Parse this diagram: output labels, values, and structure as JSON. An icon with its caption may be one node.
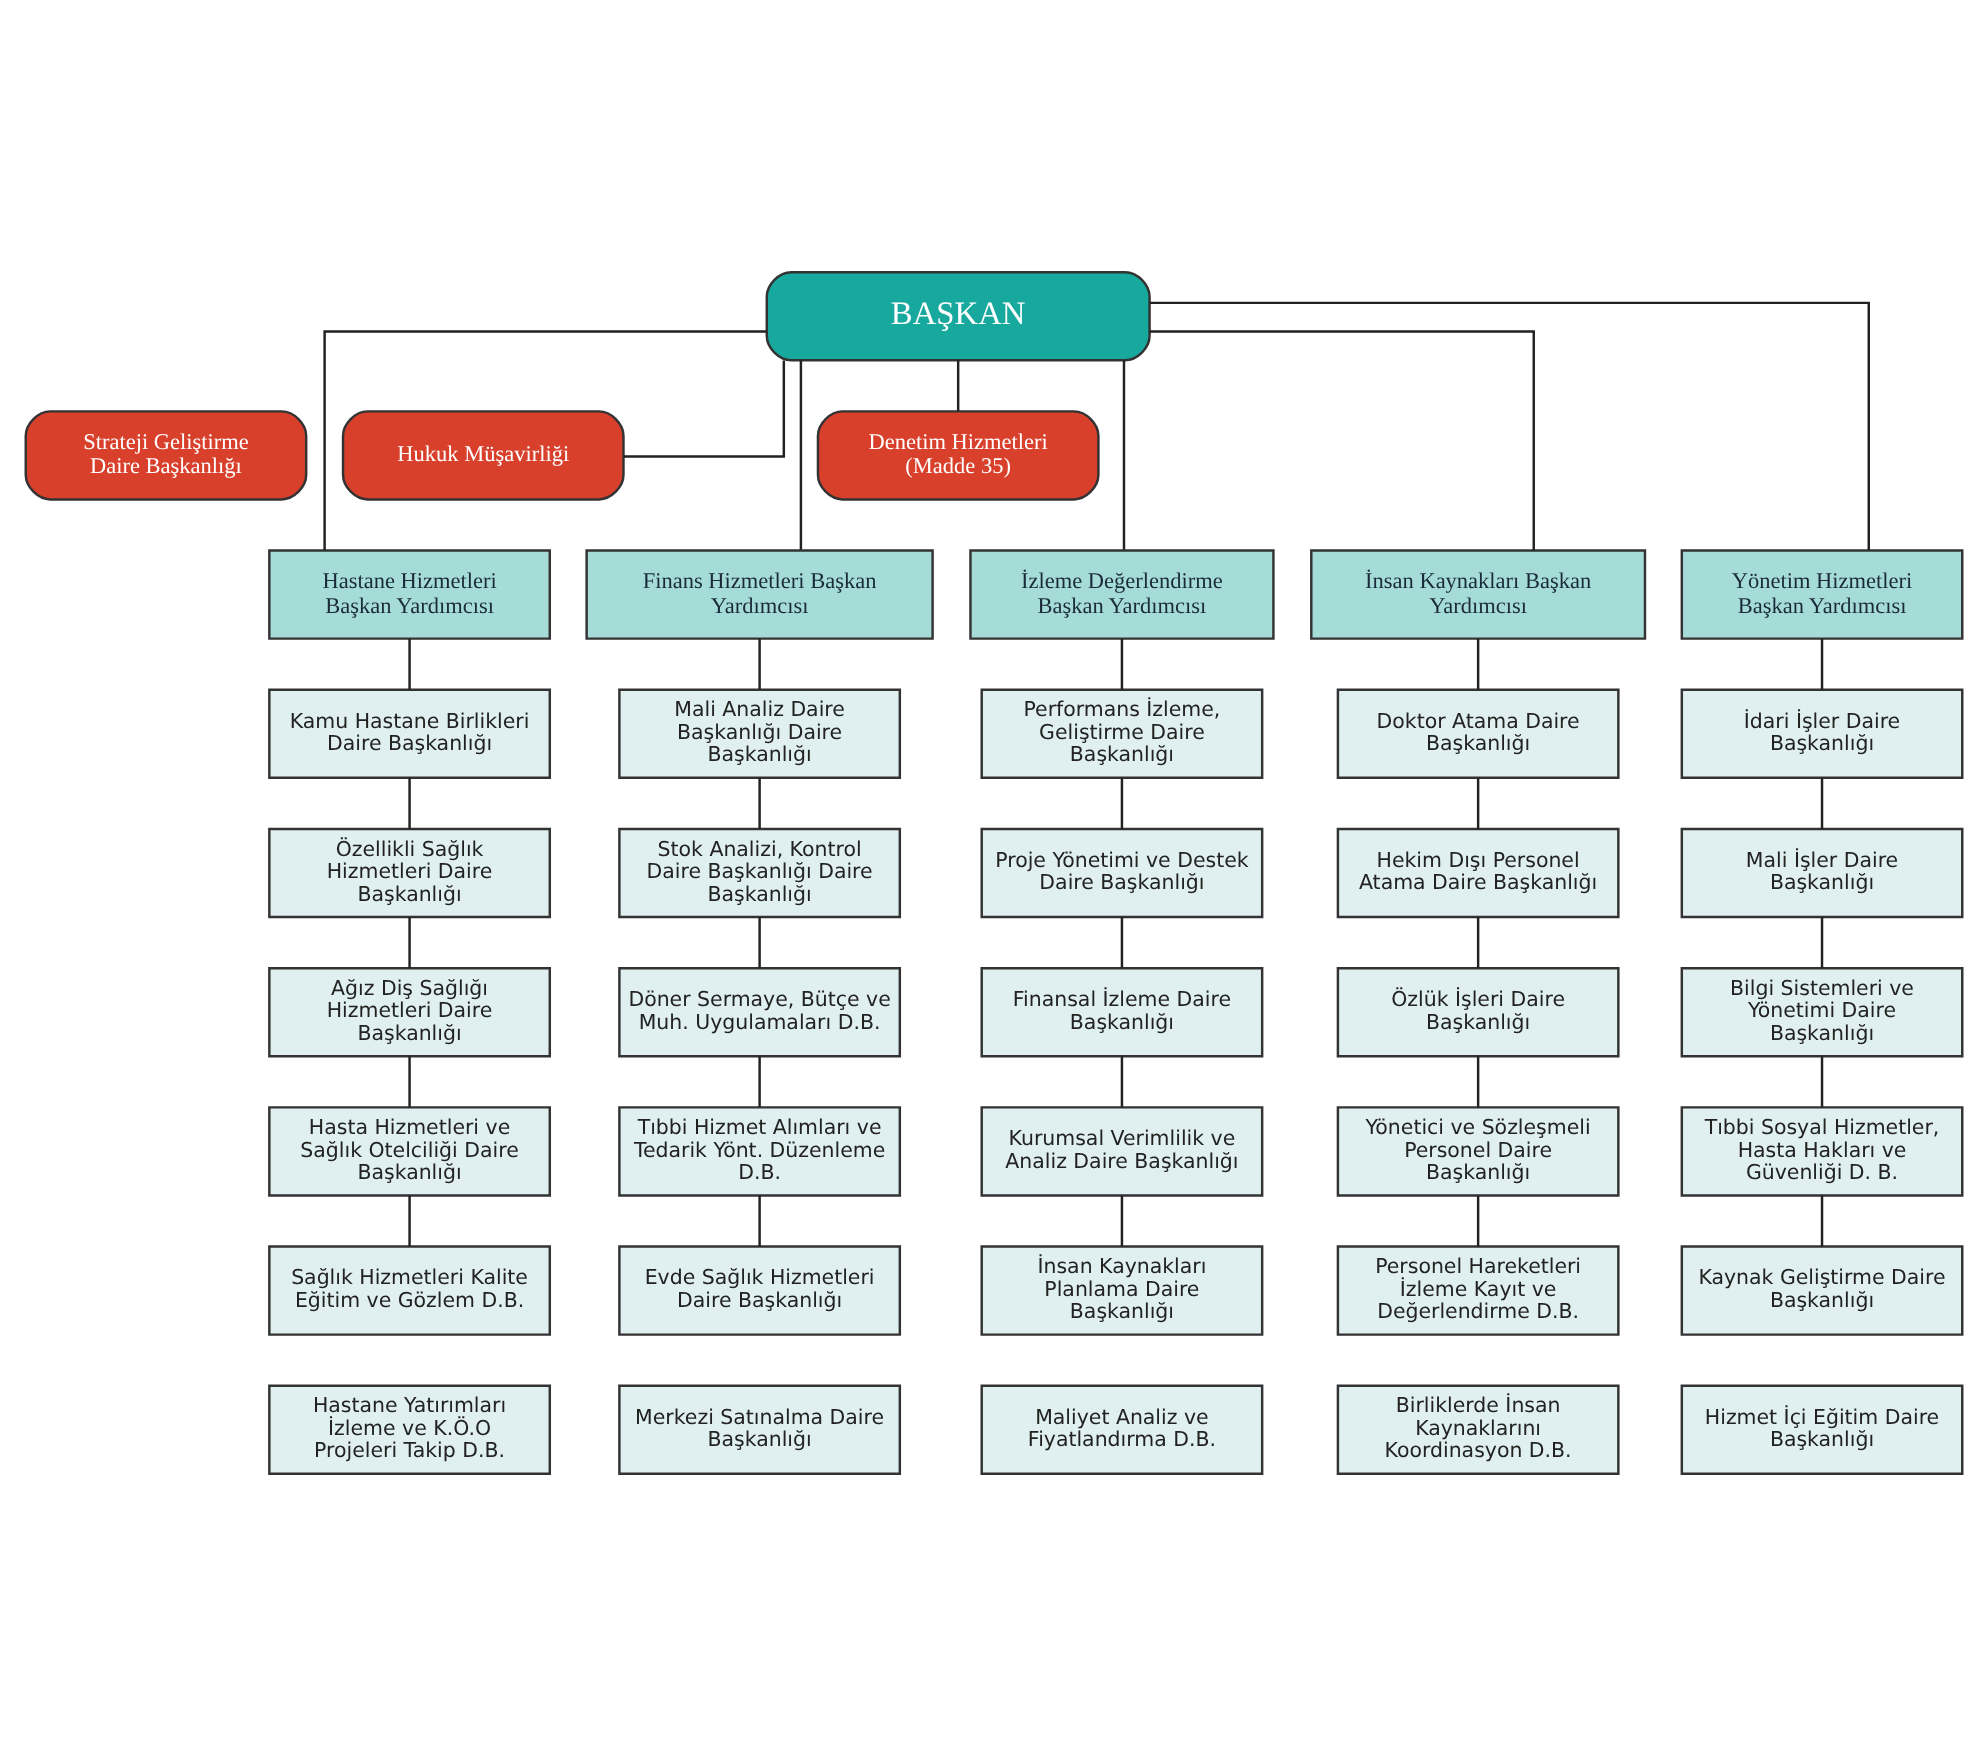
{
  "diagram": {
    "nodes": [
      {
        "text": [
          "BAŞKAN"
        ]
      },
      {
        "text": [
          "Strateji Geliştirme Daire Başkanlığı"
        ]
      },
      {
        "text": [
          "Hukuk Müşavirliği"
        ]
      },
      {
        "text": [
          "Denetim Hizmetleri (Madde 35)"
        ]
      },
      {
        "text": [
          "Hastane Hizmetleri Başkan Yardımcısı"
        ]
      },
      {
        "text": [
          "Finans Hizmetleri Başkan Yardımcısı"
        ]
      },
      {
        "text": [
          "İzleme Değerlendirme Başkan Yardımcısı"
        ]
      },
      {
        "text": [
          "İnsan Kaynakları Başkan Yardımcısı"
        ]
      },
      {
        "text": [
          "Yönetim Hizmetleri Başkan Yardımcısı"
        ]
      },
      {
        "text": [
          "Kamu Hastane Birlikleri Daire Başkanlığı"
        ]
      },
      {
        "text": [
          "Mali Analiz Daire Başkanlığı Daire Başkanlığı"
        ]
      },
      {
        "text": [
          "Performans İzleme, Geliştirme Daire Başkanlığı"
        ]
      },
      {
        "text": [
          "Doktor Atama Daire Başkanlığı"
        ]
      },
      {
        "text": [
          "İdari İşler Daire Başkanlığı"
        ]
      },
      {
        "text": [
          "Özellikli Sağlık Hizmetleri Daire Başkanlığı"
        ]
      },
      {
        "text": [
          "Stok Analizi, Kontrol Daire Başkanlığı Daire Başkanlığı"
        ]
      },
      {
        "text": [
          "Proje Yönetimi ve Destek Daire Başkanlığı"
        ]
      },
      {
        "text": [
          "Hekim Dışı Personel Atama Daire Başkanlığı"
        ]
      },
      {
        "text": [
          "Mali İşler Daire Başkanlığı"
        ]
      },
      {
        "text": [
          "Ağız Diş Sağlığı Hizmetleri Daire Başkanlığı"
        ]
      },
      {
        "text": [
          "Döner Sermaye, Bütçe ve Muh. Uygulamaları D.B."
        ]
      },
      {
        "text": [
          "Finansal İzleme Daire Başkanlığı"
        ]
      },
      {
        "text": [
          "Özlük İşleri Daire Başkanlığı"
        ]
      },
      {
        "text": [
          "Bilgi Sistemleri ve Yönetimi Daire Başkanlığı"
        ]
      },
      {
        "text": [
          "Hasta Hizmetleri ve Sağlık Otelciliği Daire Başkanlığı"
        ]
      },
      {
        "text": [
          "Tıbbi Hizmet Alımları ve Tedarik Yönt. Düzenleme D.B."
        ]
      },
      {
        "text": [
          "Kurumsal Verimlilik ve Analiz Daire Başkanlığı"
        ]
      },
      {
        "text": [
          "Yönetici ve Sözleşmeli Personel Daire Başkanlığı"
        ]
      },
      {
        "text": [
          "Tıbbi Sosyal Hizmetler, Hasta Hakları ve Güvenliği D. B."
        ]
      },
      {
        "text": [
          "Sağlık Hizmetleri Kalite Eğitim ve Gözlem D.B."
        ]
      },
      {
        "text": [
          "Evde Sağlık Hizmetleri Daire Başkanlığı"
        ]
      },
      {
        "text": [
          "İnsan Kaynakları Planlama Daire Başkanlığı"
        ]
      },
      {
        "text": [
          "Personel Hareketleri İzleme Kayıt ve Değerlendirme D.B."
        ]
      },
      {
        "text": [
          "Kaynak Geliştirme Daire Başkanlığı"
        ]
      },
      {
        "text": [
          "Hastane Yatırımları İzleme ve K.Ö.O Projeleri Takip D.B."
        ]
      },
      {
        "text": [
          "Merkezi Satınalma Daire Başkanlığı"
        ]
      },
      {
        "text": [
          "Maliyet Analiz ve Fiyatlandırma D.B."
        ]
      },
      {
        "text": [
          "Birliklerde İnsan Kaynaklarını Koordinasyon D.B."
        ]
      },
      {
        "text": [
          "Hizmet İçi Eğitim Daire Başkanlığı"
        ]
      }
    ],
    "edges": [
      {
        "from": 0,
        "to": 2,
        "arrow": "none"
      },
      {
        "from": 0,
        "to": 3,
        "arrow": "none"
      },
      {
        "from": 0,
        "to": 4,
        "arrow": "none"
      },
      {
        "from": 0,
        "to": 5,
        "arrow": "none"
      },
      {
        "from": 0,
        "to": 6,
        "arrow": "none"
      },
      {
        "from": 0,
        "to": 7,
        "arrow": "none"
      },
      {
        "from": 0,
        "to": 8,
        "arrow": "none"
      },
      {
        "from": 4,
        "to": 9,
        "arrow": "none"
      },
      {
        "from": 5,
        "to": 10,
        "arrow": "none"
      },
      {
        "from": 6,
        "to": 11,
        "arrow": "none"
      },
      {
        "from": 7,
        "to": 12,
        "arrow": "none"
      },
      {
        "from": 8,
        "to": 13,
        "arrow": "none"
      },
      {
        "from": 9,
        "to": 14,
        "arrow": "none"
      },
      {
        "from": 10,
        "to": 15,
        "arrow": "none"
      },
      {
        "from": 11,
        "to": 16,
        "arrow": "none"
      },
      {
        "from": 12,
        "to": 17,
        "arrow": "none"
      },
      {
        "from": 13,
        "to": 18,
        "arrow": "none"
      },
      {
        "from": 14,
        "to": 19,
        "arrow": "none"
      },
      {
        "from": 15,
        "to": 20,
        "arrow": "none"
      },
      {
        "from": 16,
        "to": 21,
        "arrow": "none"
      },
      {
        "from": 17,
        "to": 22,
        "arrow": "none"
      },
      {
        "from": 18,
        "to": 23,
        "arrow": "none"
      },
      {
        "from": 19,
        "to": 24,
        "arrow": "none"
      },
      {
        "from": 20,
        "to": 25,
        "arrow": "none"
      },
      {
        "from": 21,
        "to": 26,
        "arrow": "none"
      },
      {
        "from": 22,
        "to": 27,
        "arrow": "none"
      },
      {
        "from": 23,
        "to": 28,
        "arrow": "none"
      },
      {
        "from": 24,
        "to": 29,
        "arrow": "none"
      },
      {
        "from": 25,
        "to": 30,
        "arrow": "none"
      },
      {
        "from": 26,
        "to": 31,
        "arrow": "none"
      },
      {
        "from": 27,
        "to": 32,
        "arrow": "none"
      },
      {
        "from": 28,
        "to": 33,
        "arrow": "none"
      }
    ]
  }
}
